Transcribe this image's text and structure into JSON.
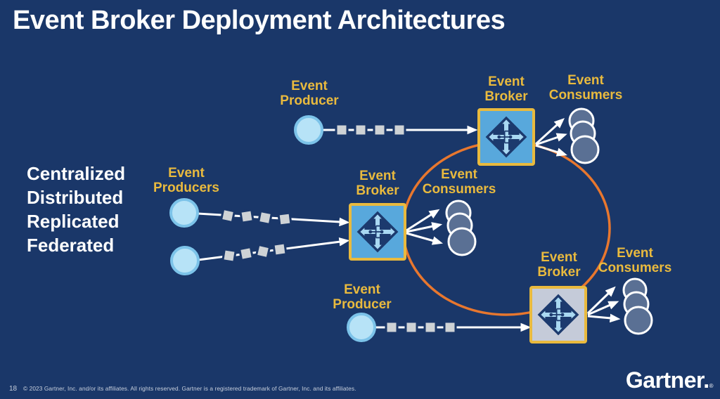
{
  "title": "Event Broker Deployment Architectures",
  "architecture_list": [
    "Centralized",
    "Distributed",
    "Replicated",
    "Federated"
  ],
  "labels": {
    "top_producer": {
      "l1": "Event",
      "l2": "Producer"
    },
    "top_broker": {
      "l1": "Event",
      "l2": "Broker"
    },
    "top_consumers": {
      "l1": "Event",
      "l2": "Consumers"
    },
    "left_producers": {
      "l1": "Event",
      "l2": "Producers"
    },
    "center_broker": {
      "l1": "Event",
      "l2": "Broker"
    },
    "mid_consumers": {
      "l1": "Event",
      "l2": "Consumers"
    },
    "bottom_producer": {
      "l1": "Event",
      "l2": "Producer"
    },
    "bottom_broker": {
      "l1": "Event",
      "l2": "Broker"
    },
    "bottom_consumers": {
      "l1": "Event",
      "l2": "Consumers"
    }
  },
  "footer": {
    "page_number": "18",
    "copyright": "© 2023 Gartner, Inc. and/or its affiliates. All rights reserved. Gartner is a registered trademark of Gartner, Inc. and its affiliates.",
    "logo_text": "Gartner.",
    "logo_reg": "®"
  },
  "icons": {
    "broker_icon": "four-way-routing-arrows-diamond",
    "producer_icon": "light-blue-circle-node",
    "consumer_icon": "three-stacked-circles",
    "message_icon": "gray-message-squares",
    "federation_ring": "orange-ellipse-linking-brokers"
  },
  "colors": {
    "bg": "#1a3769",
    "gold": "#e9ba3e",
    "orange": "#e8772e",
    "broker_blue": "#58a8dc",
    "broker_gray": "#c5cbd9",
    "producer_fill": "#b7e3f7",
    "producer_ring": "#7cc3e9",
    "consumer_fill": "#5a7094",
    "square_fill": "#ced2d5",
    "icon_dark": "#1c3a6e",
    "icon_light": "#a9d8f2",
    "footer_text": "#c7cfdc"
  }
}
